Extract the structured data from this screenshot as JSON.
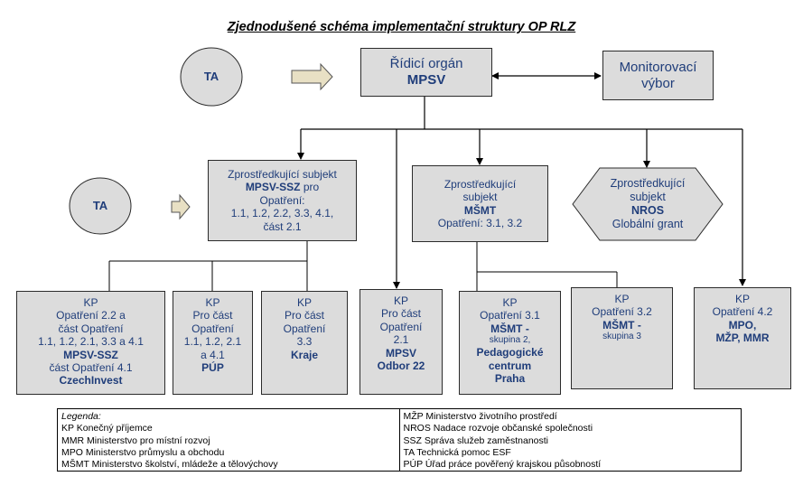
{
  "title": "Zjednodušené schéma implementační struktury OP RLZ",
  "ta": {
    "label_top": "TA",
    "label_mid": "TA"
  },
  "ridici_organ": {
    "line1": "Řídicí orgán",
    "line2": "MPSV"
  },
  "monitorovaci_vybor": {
    "line1": "Monitorovací",
    "line2": "výbor"
  },
  "zs_mpsv": {
    "line1": "Zprostředkující subjekt",
    "line2_bold": "MPSV-SSZ",
    "line2_rest": " pro",
    "line3": "Opatření:",
    "line4": "1.1, 1.2, 2.2, 3.3, 4.1,",
    "line5": "část 2.1"
  },
  "zs_msmt": {
    "line1": "Zprostředkující",
    "line2": "subjekt",
    "line3": "MŠMT",
    "line4": "Opatření: 3.1, 3.2"
  },
  "zs_nros": {
    "line1": "Zprostředkující",
    "line2": "subjekt",
    "line3": "NROS",
    "line4": "Globální grant"
  },
  "kp": [
    {
      "lines": [
        "KP",
        "Opatření 2.2 a",
        "část Opatření",
        "1.1, 1.2, 2.1, 3.3 a 4.1"
      ],
      "bold1": "MPSV-SSZ",
      "lines2": [
        "část Opatření 4.1"
      ],
      "bold2": "CzechInvest"
    },
    {
      "lines": [
        "KP",
        "Pro část",
        "Opatření",
        "1.1, 1.2, 2.1",
        "a 4.1"
      ],
      "bold1": "PÚP"
    },
    {
      "lines": [
        "KP",
        "Pro část",
        "Opatření",
        "3.3"
      ],
      "bold1": "Kraje"
    },
    {
      "lines": [
        "KP",
        "Pro část",
        "Opatření",
        "2.1"
      ],
      "bold1": "MPSV",
      "bold2": "Odbor 22"
    },
    {
      "lines": [
        "KP",
        "Opatření 3.1"
      ],
      "bold1": "MŠMT -",
      "small": "skupina 2,",
      "boldlines": [
        "Pedagogické",
        "centrum",
        "Praha"
      ]
    },
    {
      "lines": [
        "KP",
        "Opatření 3.2"
      ],
      "bold1": "MŠMT -",
      "small": "skupina 3"
    },
    {
      "lines": [
        "KP",
        "Opatření 4.2"
      ],
      "bold1": "MPO,",
      "bold2": "MŽP, MMR"
    }
  ],
  "legend": {
    "heading": "Legenda:",
    "left": [
      "KP Konečný příjemce",
      "MMR Ministerstvo pro místní rozvoj",
      "MPO Ministerstvo průmyslu a obchodu",
      "MŠMT Ministerstvo školství, mládeže a tělovýchovy"
    ],
    "right": [
      "MŽP Ministerstvo životního prostředí",
      "NROS Nadace rozvoje občanské společnosti",
      "SSZ Správa služeb zaměstnanosti",
      "TA Technická pomoc ESF",
      "PÚP Úřad práce pověřený krajskou působností"
    ]
  },
  "colors": {
    "box_fill": "#dcdcdc",
    "text_blue": "#1f3d7a",
    "arrow_fill": "#e8e0c4"
  }
}
